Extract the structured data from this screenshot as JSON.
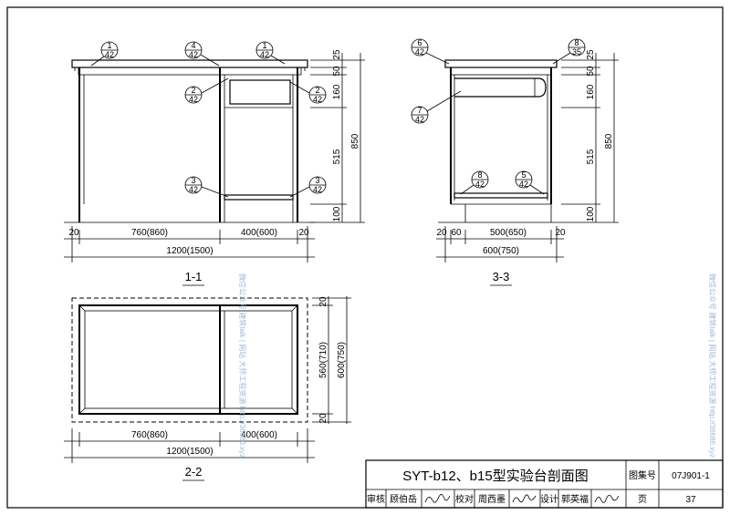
{
  "title_block": {
    "title": "SYT-b12、b15型实验台剖面图",
    "atlas_label": "图集号",
    "atlas_no": "07J901-1",
    "review_label": "审核",
    "review_name": "顾伯岳",
    "check_label": "校对",
    "check_name": "周西墨",
    "design_label": "设计",
    "design_name": "郭英福",
    "page_label": "页",
    "page_no": "37"
  },
  "sections": {
    "s11": {
      "label": "1-1",
      "dims_h": [
        "20",
        "760(860)",
        "400(600)",
        "20",
        "1200(1500)"
      ],
      "dims_v": [
        "25",
        "50",
        "160",
        "515",
        "100",
        "850"
      ],
      "refs": [
        {
          "n": "1",
          "d": "42"
        },
        {
          "n": "4",
          "d": "42"
        },
        {
          "n": "1",
          "d": "42"
        },
        {
          "n": "2",
          "d": "42"
        },
        {
          "n": "2",
          "d": "42"
        },
        {
          "n": "3",
          "d": "42"
        },
        {
          "n": "3",
          "d": "42"
        }
      ]
    },
    "s33": {
      "label": "3-3",
      "dims_h": [
        "20",
        "60",
        "500(650)",
        "20",
        "600(750)"
      ],
      "dims_v": [
        "25",
        "50",
        "160",
        "515",
        "100",
        "850"
      ],
      "refs": [
        {
          "n": "6",
          "d": "42"
        },
        {
          "n": "8",
          "d": "35"
        },
        {
          "n": "7",
          "d": "42"
        },
        {
          "n": "8",
          "d": "42"
        },
        {
          "n": "5",
          "d": "42"
        }
      ]
    },
    "s22": {
      "label": "2-2",
      "dims_h": [
        "760(860)",
        "400(600)",
        "1200(1500)"
      ],
      "dims_v": [
        "20",
        "560(710)",
        "600(750)",
        "20"
      ]
    }
  },
  "watermark": {
    "left": "微信公众号 建筑talk | 网站 大师工程资源 http://36686.xyz",
    "right": "微信公众号 建筑talk | 网站 大师工程资源 http://36686.xyz"
  }
}
